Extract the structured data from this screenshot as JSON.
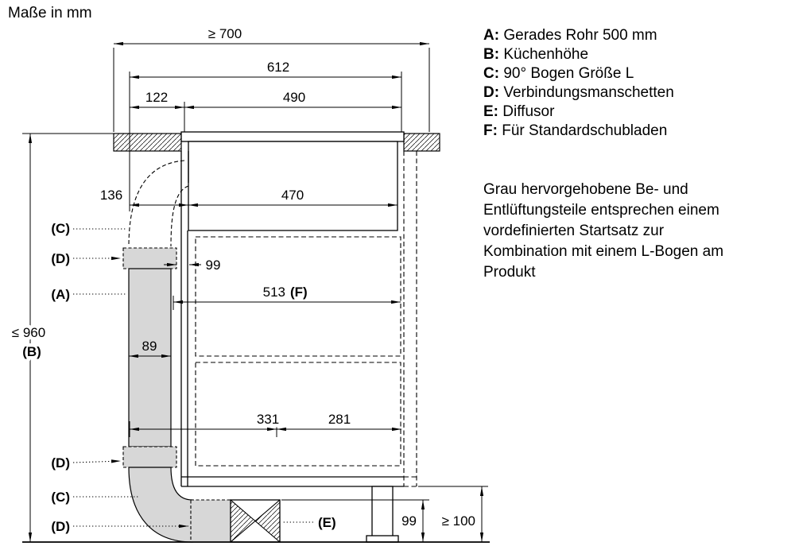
{
  "title": "Maße in mm",
  "legend": {
    "items": [
      {
        "key": "A:",
        "text": "Gerades Rohr 500 mm"
      },
      {
        "key": "B:",
        "text": "Küchenhöhe"
      },
      {
        "key": "C:",
        "text": "90° Bogen Größe L"
      },
      {
        "key": "D:",
        "text": "Verbindungsmanschetten"
      },
      {
        "key": "E:",
        "text": "Diffusor"
      },
      {
        "key": "F:",
        "text": "Für Standardschubladen"
      }
    ]
  },
  "note": {
    "lines": [
      "Grau hervorgehobene Be- und",
      "Entlüftungsteile entsprechen einem",
      "vordefinierten Startsatz zur",
      "Kombination mit einem L-Bogen am",
      "Produkt"
    ]
  },
  "dims": {
    "top_min_width": "≥ 700",
    "w612": "612",
    "w122": "122",
    "w490": "490",
    "w136": "136",
    "w470": "470",
    "gap99": "99",
    "w513": "513",
    "w513_label": "(F)",
    "duct89": "89",
    "w331": "331",
    "w281": "281",
    "hmax": "≤ 960",
    "hmax_label": "(B)",
    "h99": "99",
    "hmin100": "≥ 100"
  },
  "labels": {
    "c_top": "(C)",
    "d_top": "(D)",
    "a": "(A)",
    "d_mid": "(D)",
    "c_bot": "(C)",
    "d_bot": "(D)",
    "e": "(E)"
  },
  "colors": {
    "duct_gray": "#d7d7d7",
    "line": "#000000",
    "bg": "#ffffff"
  }
}
